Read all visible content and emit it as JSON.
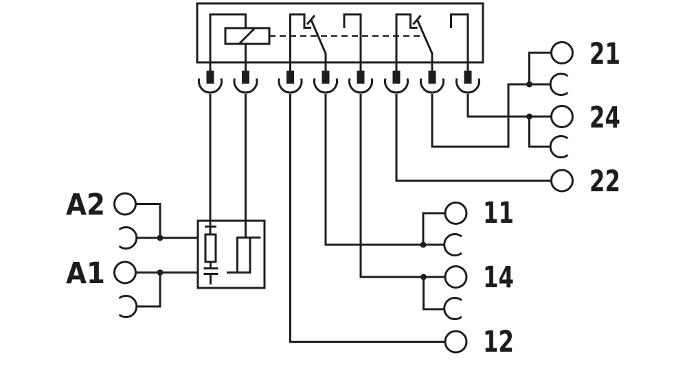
{
  "style": {
    "line_color": "#1d1d1b",
    "background_color": "#ffffff"
  },
  "blocks": {
    "relay_block": {
      "symbols": [
        "relay-coil",
        "changeover-contact",
        "changeover-contact",
        "mechanical-link-dashed-line"
      ]
    },
    "input_circuit_block": {
      "symbols": [
        "resistor",
        "capacitor",
        "hysteresis"
      ]
    },
    "plug_connectors": {
      "count": 8,
      "symbol": "plug-in-connector"
    }
  },
  "terminals": {
    "left": [
      {
        "label": "A2"
      },
      {
        "label": "A1"
      }
    ],
    "right": [
      {
        "label": "21"
      },
      {
        "label": "24"
      },
      {
        "label": "22"
      }
    ],
    "bottom": [
      {
        "label": "11"
      },
      {
        "label": "14"
      },
      {
        "label": "12"
      }
    ]
  }
}
